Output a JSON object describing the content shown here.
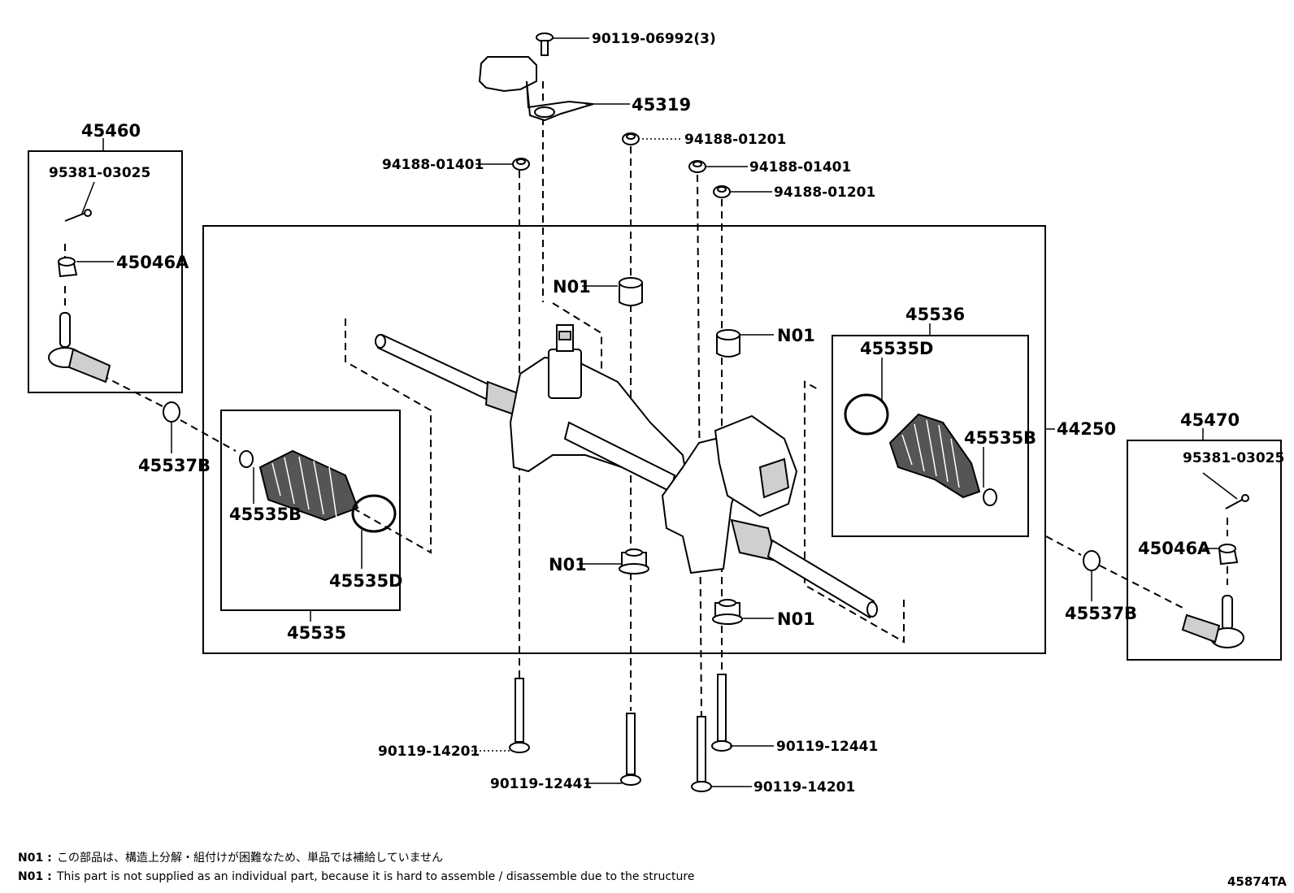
{
  "parts": {
    "bracket_bolt": "90119-06992(3)",
    "bracket": "45319",
    "nut_left": "94188-01401",
    "nut_center": "94188-01201",
    "nut_right_a": "94188-01401",
    "nut_right_b": "94188-01201",
    "tie_rod_end_lh": "45460",
    "cotter_pin_lh": "95381-03025",
    "castle_nut_lh": "45046A",
    "clamp_lh": "45537B",
    "tie_rod_end_rh": "45470",
    "cotter_pin_rh": "95381-03025",
    "castle_nut_rh": "45046A",
    "clamp_rh": "45537B",
    "boot_kit_lh": "45535",
    "boot_clamp_lh_b": "45535B",
    "boot_clamp_lh_d": "45535D",
    "boot_kit_rh": "45536",
    "boot_clamp_rh_d": "45535D",
    "boot_clamp_rh_b": "45535B",
    "gear_assembly": "44250",
    "n01_top_left": "N01",
    "n01_top_right": "N01",
    "n01_bottom_left": "N01",
    "n01_bottom_right": "N01",
    "bolt_1": "90119-14201",
    "bolt_2": "90119-12441",
    "bolt_3": "90119-12441",
    "bolt_4": "90119-14201"
  },
  "notes": {
    "n01_prefix_jp": "N01 :",
    "n01_text_jp": "この部品は、構造上分解・組付けが困難なため、単品では補給していません",
    "n01_prefix_en": "N01 :",
    "n01_text_en": "This part is not supplied as an individual part, because it is hard to assemble / disassemble due to the structure"
  },
  "diagram_code": "45874TA"
}
